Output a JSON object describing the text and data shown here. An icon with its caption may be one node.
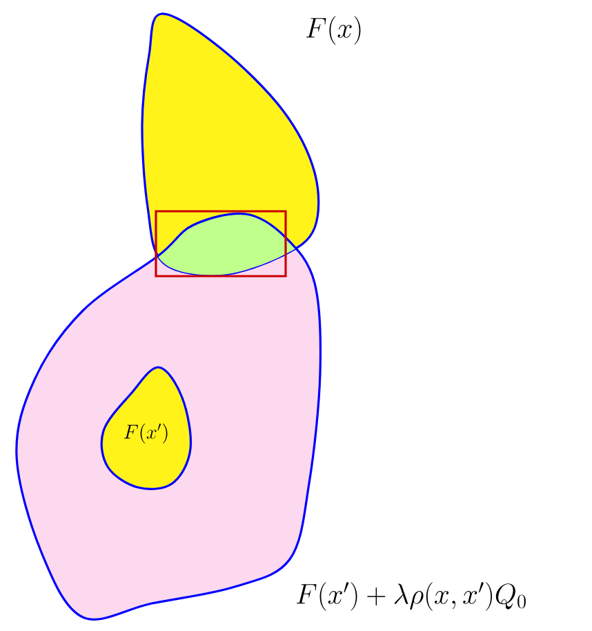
{
  "diagram": {
    "nodes": [
      {
        "text": [],
        "shape": "cloud",
        "beside": [
          "F(x)"
        ]
      },
      {
        "text": [],
        "shape": "cloud",
        "beside": [
          "F(x')+\\lambda\\rho(x,x')Q_0"
        ]
      },
      {
        "text": [
          "F(x')"
        ],
        "in": 1
      }
    ]
  }
}
